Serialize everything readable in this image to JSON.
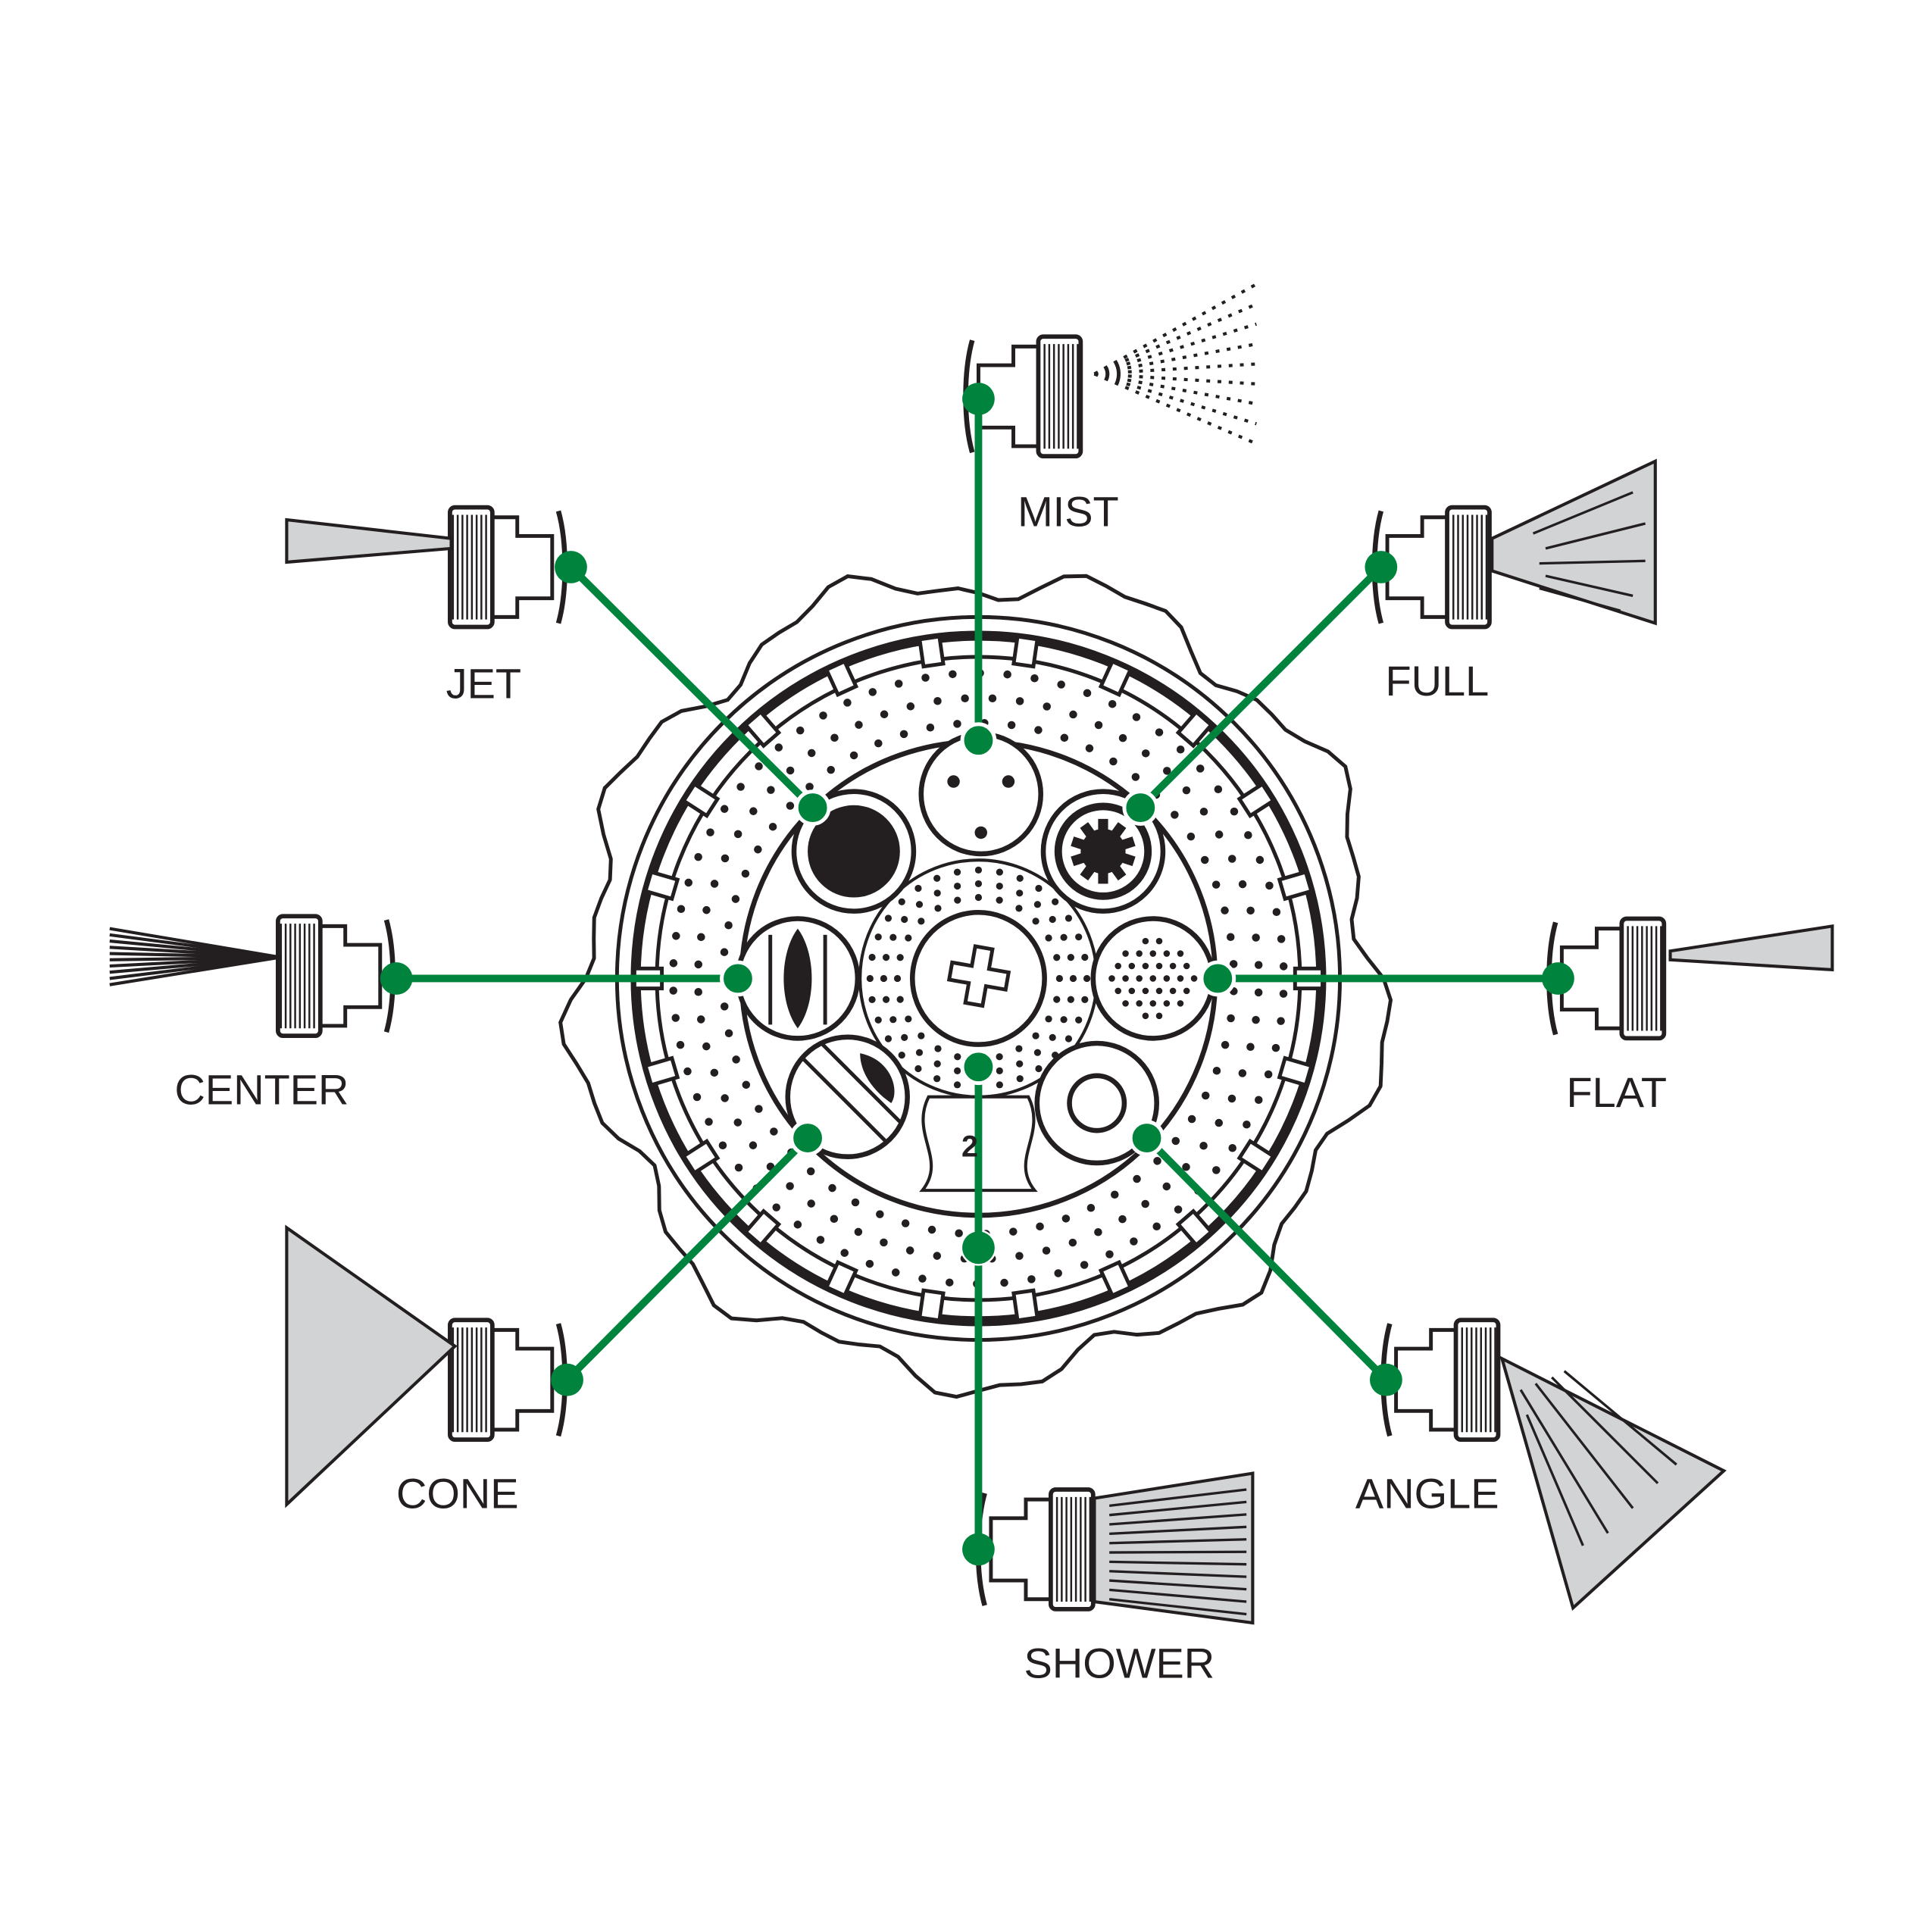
{
  "colors": {
    "accent": "#00843d",
    "ink": "#231f20",
    "spray": "#d1d3d4"
  },
  "dial_number": "2",
  "modes": [
    {
      "id": "mist",
      "label": "MIST",
      "spray": "dotted-fan",
      "icon": "mist-nozzle-icon"
    },
    {
      "id": "jet",
      "label": "JET",
      "spray": "narrow-stream",
      "icon": "jet-nozzle-icon"
    },
    {
      "id": "full",
      "label": "FULL",
      "spray": "wide-fan",
      "icon": "full-nozzle-icon"
    },
    {
      "id": "center",
      "label": "CENTER",
      "spray": "converging-lines",
      "icon": "center-nozzle-icon"
    },
    {
      "id": "flat",
      "label": "FLAT",
      "spray": "flat-fan",
      "icon": "flat-nozzle-icon"
    },
    {
      "id": "cone",
      "label": "CONE",
      "spray": "cone",
      "icon": "cone-nozzle-icon"
    },
    {
      "id": "angle",
      "label": "ANGLE",
      "spray": "angled-fan",
      "icon": "angle-nozzle-icon"
    },
    {
      "id": "shower",
      "label": "SHOWER",
      "spray": "parallel-lines",
      "icon": "shower-nozzle-icon"
    }
  ]
}
